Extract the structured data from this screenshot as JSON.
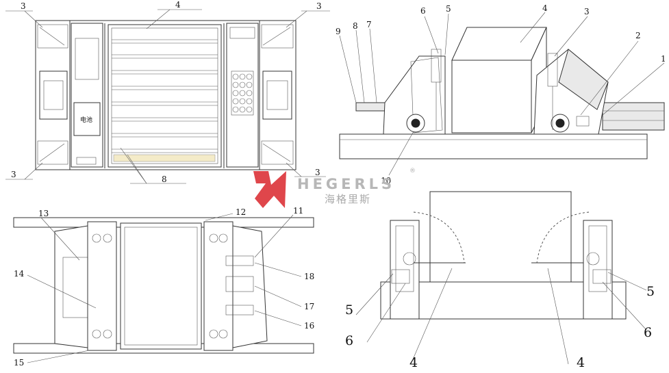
{
  "watermark": {
    "brand_text": "HEGERLS",
    "brand_cn": "海格里斯",
    "registered": "®",
    "logo_color": "#d9262c"
  },
  "panel_top_left": {
    "labels": [
      "3",
      "4",
      "3",
      "3",
      "3",
      "8"
    ],
    "cab_text": "电池"
  },
  "panel_top_right": {
    "labels": [
      "6",
      "5",
      "4",
      "3",
      "2",
      "1",
      "9",
      "8",
      "7",
      "10"
    ]
  },
  "panel_bottom_left": {
    "labels": [
      "13",
      "12",
      "11",
      "14",
      "18",
      "17",
      "16",
      "15"
    ]
  },
  "panel_bottom_right": {
    "labels": [
      "5",
      "5",
      "6",
      "6",
      "4",
      "4"
    ]
  }
}
